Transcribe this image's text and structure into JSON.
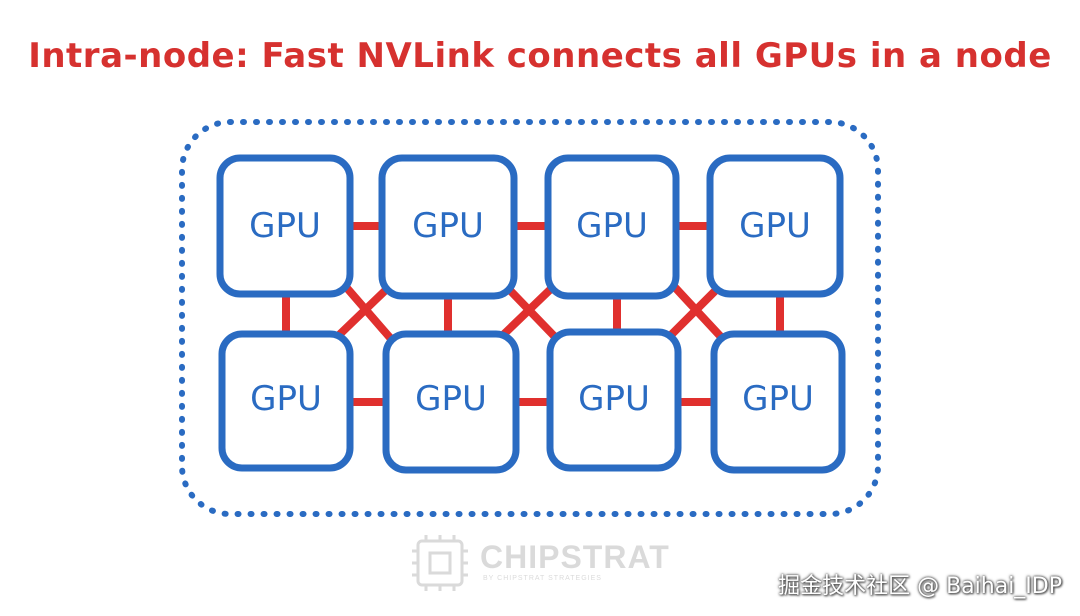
{
  "title": "Intra-node: Fast NVLink connects all GPUs in a node",
  "gpus": {
    "top": [
      "GPU",
      "GPU",
      "GPU",
      "GPU"
    ],
    "bottom": [
      "GPU",
      "GPU",
      "GPU",
      "GPU"
    ]
  },
  "colors": {
    "title": "#d6312f",
    "gpu_box": "#2a6bc2",
    "link": "#e0302e",
    "node_border": "#2a6bc2"
  },
  "logo": {
    "name": "CHIPSTRAT",
    "tagline": "BY CHIPSTRAT STRATEGIES"
  },
  "watermark": "掘金技术社区 @ Baihai_IDP"
}
